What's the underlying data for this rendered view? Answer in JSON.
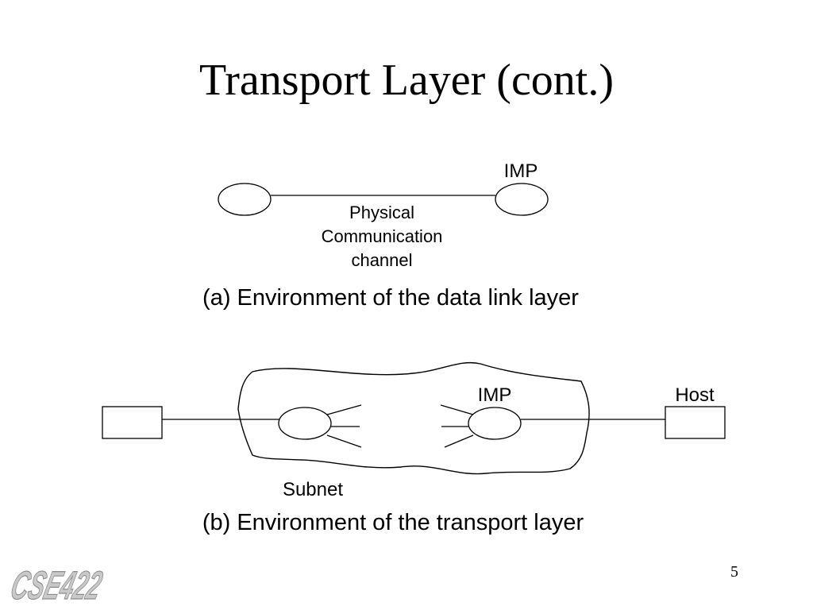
{
  "slide": {
    "title": "Transport Layer (cont.)",
    "page_number": "5",
    "logo_text": "CSE422"
  },
  "diagram_a": {
    "imp_label": "IMP",
    "channel_label_lines": [
      "Physical",
      "Communication",
      "channel"
    ],
    "caption": "(a) Environment of the data link layer"
  },
  "diagram_b": {
    "imp_label": "IMP",
    "host_label": "Host",
    "subnet_label": "Subnet",
    "caption": "(b) Environment of the transport layer"
  }
}
